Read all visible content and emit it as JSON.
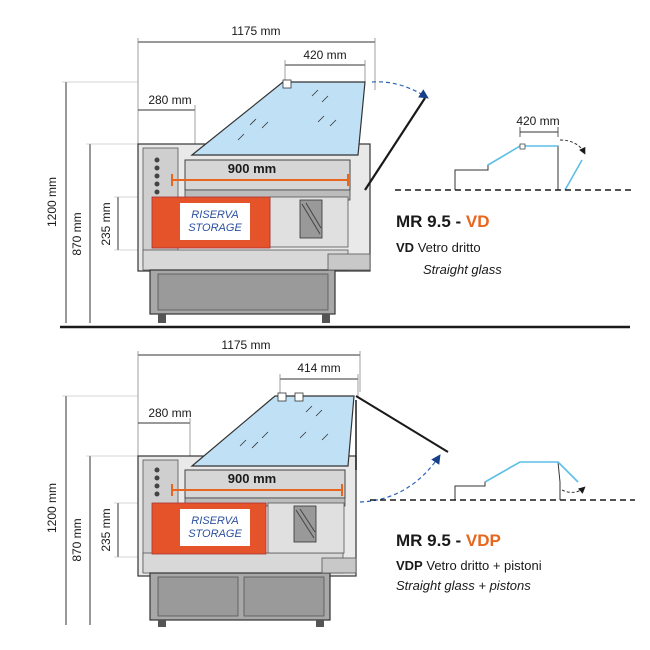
{
  "top": {
    "width_total": "1175 mm",
    "glass_top": "420 mm",
    "shelf_left": "280 mm",
    "inner_width": "900 mm",
    "height_total": "1200 mm",
    "height_counter": "870 mm",
    "height_storage": "235 mm",
    "storage_line1": "RISERVA",
    "storage_line2": "STORAGE",
    "inset_dim": "420 mm",
    "model_prefix": "MR 9.5 - ",
    "model_code": "VD",
    "desc_code": "VD",
    "desc_text": "Vetro dritto",
    "desc_en": "Straight glass"
  },
  "bottom": {
    "width_total": "1175 mm",
    "glass_top": "414 mm",
    "shelf_left": "280 mm",
    "inner_width": "900 mm",
    "height_total": "1200 mm",
    "height_counter": "870 mm",
    "height_storage": "235 mm",
    "storage_line1": "RISERVA",
    "storage_line2": "STORAGE",
    "model_prefix": "MR 9.5 - ",
    "model_code": "VDP",
    "desc_code": "VDP",
    "desc_text": "Vetro dritto + pistoni",
    "desc_en": "Straight glass + pistons"
  },
  "colors": {
    "accent": "#e8651d",
    "glass": "#bfe0f5",
    "storage_panel": "#e5532a",
    "cabinet": "#a8a8a8",
    "arrow": "#2a63b8"
  }
}
